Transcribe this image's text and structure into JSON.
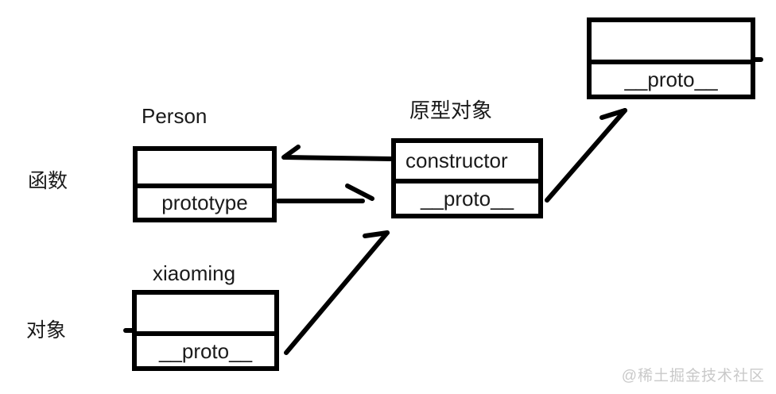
{
  "canvas": {
    "background": "#ffffff",
    "ink_color": "#000000",
    "watermark_color": "#c9c9c9"
  },
  "side_labels": {
    "function": "函数",
    "object": "对象"
  },
  "boxes": {
    "person": {
      "title": "Person",
      "rows": {
        "top": "",
        "bottom": "prototype"
      }
    },
    "prototype_object": {
      "title": "原型对象",
      "rows": {
        "top": "constructor",
        "bottom": "__proto__"
      }
    },
    "xiaoming": {
      "title": "xiaoming",
      "rows": {
        "top": "",
        "bottom": "__proto__"
      }
    },
    "upper_prototype": {
      "rows": {
        "top": "",
        "bottom": "__proto__"
      }
    }
  },
  "arrows": [
    {
      "name": "constructor-to-person-arrow",
      "from": "prototype_object.constructor",
      "to": "person"
    },
    {
      "name": "prototype-to-prototype-object-arrow",
      "from": "person.prototype",
      "to": "prototype_object"
    },
    {
      "name": "proto-to-upper-prototype-arrow",
      "from": "prototype_object.__proto__",
      "to": "upper_prototype"
    },
    {
      "name": "xiaoming-proto-to-prototype-object-arrow",
      "from": "xiaoming.__proto__",
      "to": "prototype_object"
    }
  ],
  "watermark": {
    "text": "@稀土掘金技术社区"
  }
}
